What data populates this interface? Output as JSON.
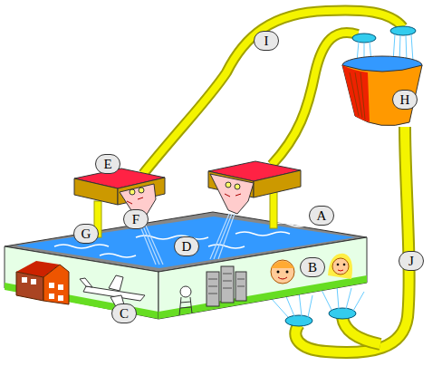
{
  "diagram": {
    "labels": [
      "I",
      "H",
      "E",
      "A",
      "F",
      "G",
      "D",
      "B",
      "J",
      "C"
    ]
  }
}
